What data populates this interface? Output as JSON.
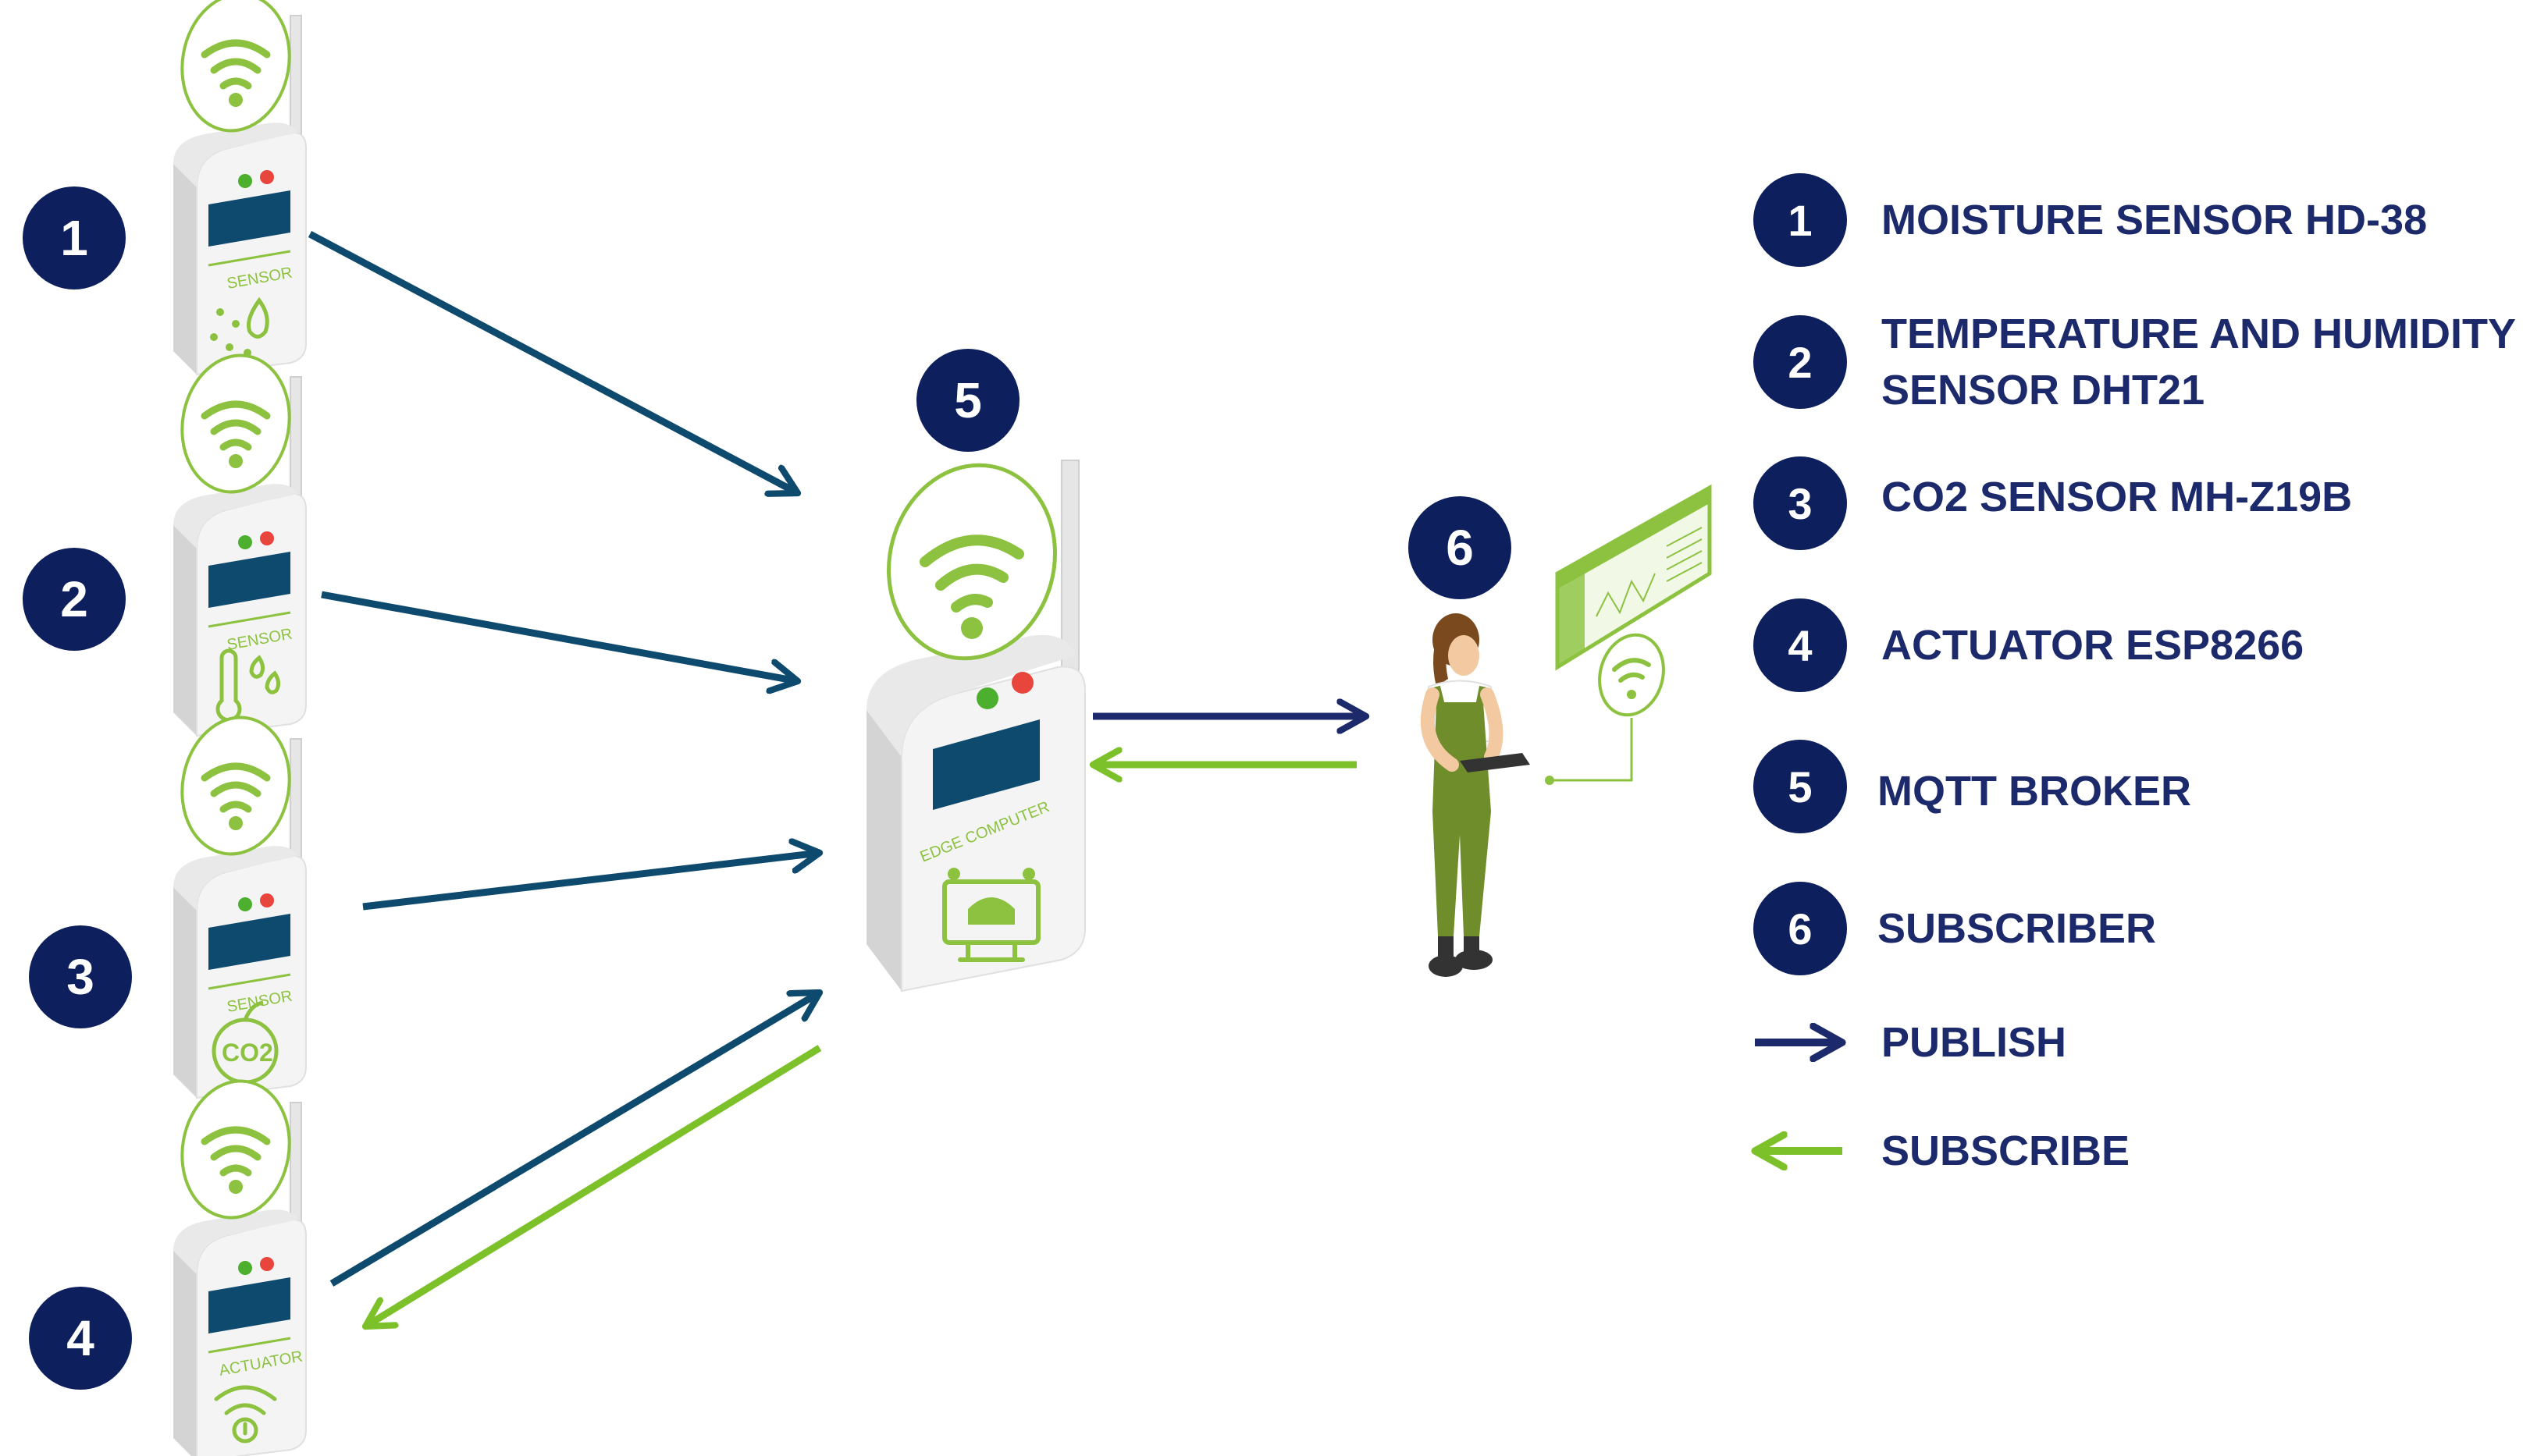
{
  "colors": {
    "navy": "#0d1f5c",
    "publish_arrow": "#0d4a6e",
    "subscribe_arrow": "#7dc12a",
    "device_body": "#f2f2f2",
    "device_shadow": "#d0d0d0",
    "screen": "#0d4a6e",
    "led_green": "#4caf2e",
    "led_red": "#e8453c",
    "wifi_green": "#8cc23f",
    "legend_text": "#1c2a6b"
  },
  "nodes": [
    {
      "number": "1",
      "icon": "moisture-sensor-device",
      "device_text": "SENSOR"
    },
    {
      "number": "2",
      "icon": "temperature-humidity-sensor-device",
      "device_text": "SENSOR"
    },
    {
      "number": "3",
      "icon": "co2-sensor-device",
      "device_text": "SENSOR"
    },
    {
      "number": "4",
      "icon": "actuator-device",
      "device_text": "ACTUATOR"
    },
    {
      "number": "5",
      "icon": "edge-computer-device",
      "device_text": "EDGE COMPUTER"
    },
    {
      "number": "6",
      "icon": "subscriber-person",
      "device_text": ""
    }
  ],
  "co2_label": "CO2",
  "legend": {
    "items": [
      {
        "number": "1",
        "label": "MOISTURE SENSOR HD-38"
      },
      {
        "number": "2",
        "label_line1": "TEMPERATURE AND HUMIDITY",
        "label_line2": "SENSOR DHT21"
      },
      {
        "number": "3",
        "label": "CO2 SENSOR MH-Z19B"
      },
      {
        "number": "4",
        "label": "ACTUATOR ESP8266"
      },
      {
        "number": "5",
        "label": "MQTT BROKER"
      },
      {
        "number": "6",
        "label": "SUBSCRIBER"
      }
    ],
    "publish_label": "PUBLISH",
    "subscribe_label": "SUBSCRIBE"
  }
}
